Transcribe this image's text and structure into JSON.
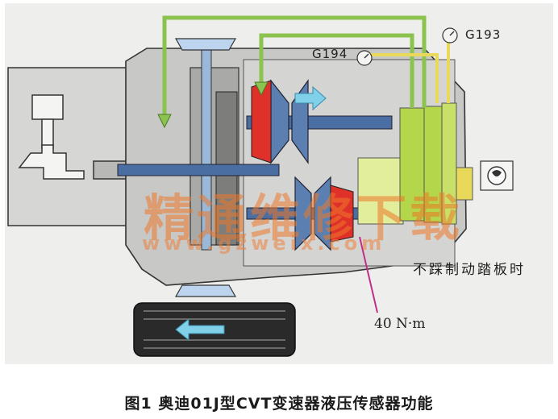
{
  "labels": {
    "sensor_g193": "G193",
    "sensor_g194": "G194",
    "pedal_note": "不踩制动踏板时",
    "torque_value": "40 N·m"
  },
  "watermark": {
    "cn_text": "精通维修下载",
    "url_text": "www.gzweix.com"
  },
  "caption": "图1 奥迪01J型CVT变速器液压传感器功能",
  "colors": {
    "housing": "#c8c8c6",
    "oil_line": "#8cc24e",
    "sensor_line": "#e8d95a",
    "control_unit": "#b4d64a",
    "pulley": "#5a7fb0",
    "pressure": "#e0302a",
    "flow_arrow": "#7fd0e8",
    "torque_marker": "#c0308a"
  },
  "icons": {
    "gauge_g193": "pressure-gauge-icon",
    "gauge_g194": "pressure-gauge-icon",
    "brake_light": "brake-warning-icon",
    "arrow_right": "flow-arrow-right-icon",
    "arrow_left": "rotation-arrow-left-icon"
  }
}
